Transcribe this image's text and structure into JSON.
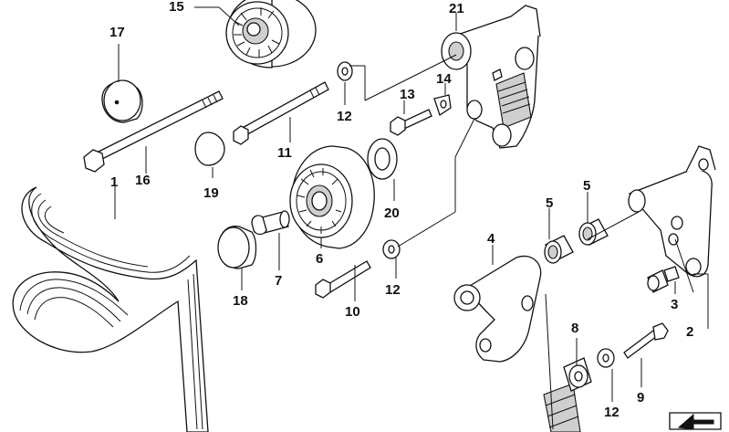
{
  "diagram": {
    "part_labels": {
      "p1": "1",
      "p2": "2",
      "p3": "3",
      "p4": "4",
      "p5a": "5",
      "p5b": "5",
      "p6": "6",
      "p7": "7",
      "p8": "8",
      "p9": "9",
      "p10": "10",
      "p11": "11",
      "p12a": "12",
      "p12b": "12",
      "p12c": "12",
      "p13": "13",
      "p14": "14",
      "p15": "15",
      "p16": "16",
      "p17": "17",
      "p18": "18",
      "p19": "19",
      "p20": "20",
      "p21": "21"
    }
  }
}
